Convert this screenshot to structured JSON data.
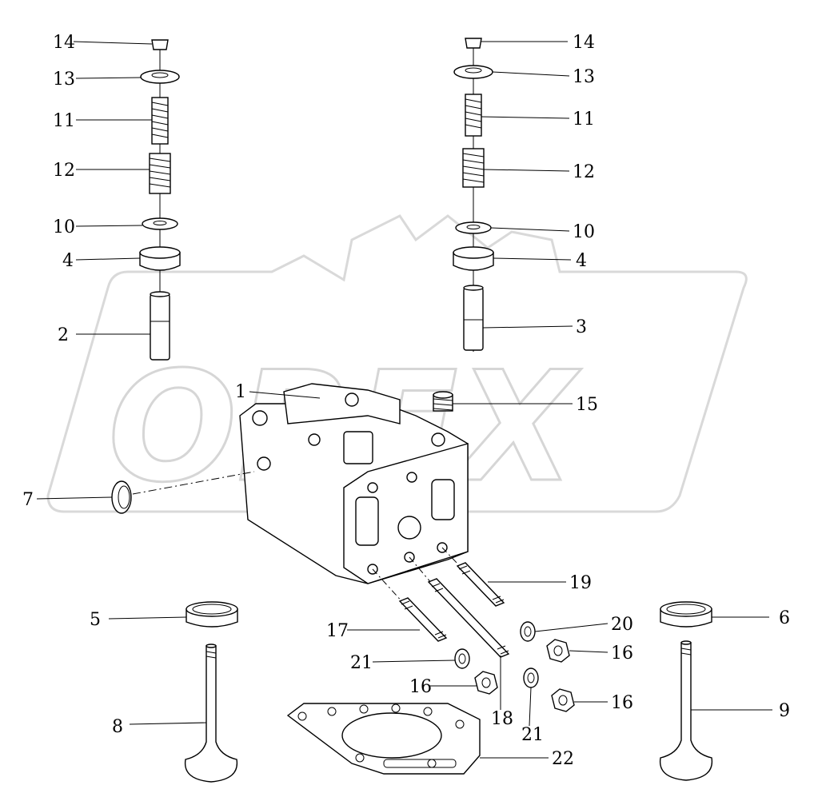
{
  "watermark": {
    "text": "OREX"
  },
  "callouts": [
    {
      "id": "c14a",
      "text": "14"
    },
    {
      "id": "c13a",
      "text": "13"
    },
    {
      "id": "c11a",
      "text": "11"
    },
    {
      "id": "c12a",
      "text": "12"
    },
    {
      "id": "c10a",
      "text": "10"
    },
    {
      "id": "c4a",
      "text": "4"
    },
    {
      "id": "c2",
      "text": "2"
    },
    {
      "id": "c1",
      "text": "1"
    },
    {
      "id": "c7",
      "text": "7"
    },
    {
      "id": "c5",
      "text": "5"
    },
    {
      "id": "c8",
      "text": "8"
    },
    {
      "id": "c14b",
      "text": "14"
    },
    {
      "id": "c13b",
      "text": "13"
    },
    {
      "id": "c11b",
      "text": "11"
    },
    {
      "id": "c12b",
      "text": "12"
    },
    {
      "id": "c10b",
      "text": "10"
    },
    {
      "id": "c4b",
      "text": "4"
    },
    {
      "id": "c3",
      "text": "3"
    },
    {
      "id": "c15",
      "text": "15"
    },
    {
      "id": "c19",
      "text": "19"
    },
    {
      "id": "c20",
      "text": "20"
    },
    {
      "id": "c6",
      "text": "6"
    },
    {
      "id": "c16a",
      "text": "16"
    },
    {
      "id": "c17",
      "text": "17"
    },
    {
      "id": "c21a",
      "text": "21"
    },
    {
      "id": "c16b",
      "text": "16"
    },
    {
      "id": "c18",
      "text": "18"
    },
    {
      "id": "c21b",
      "text": "21"
    },
    {
      "id": "c16c",
      "text": "16"
    },
    {
      "id": "c9",
      "text": "9"
    },
    {
      "id": "c22",
      "text": "22"
    }
  ]
}
